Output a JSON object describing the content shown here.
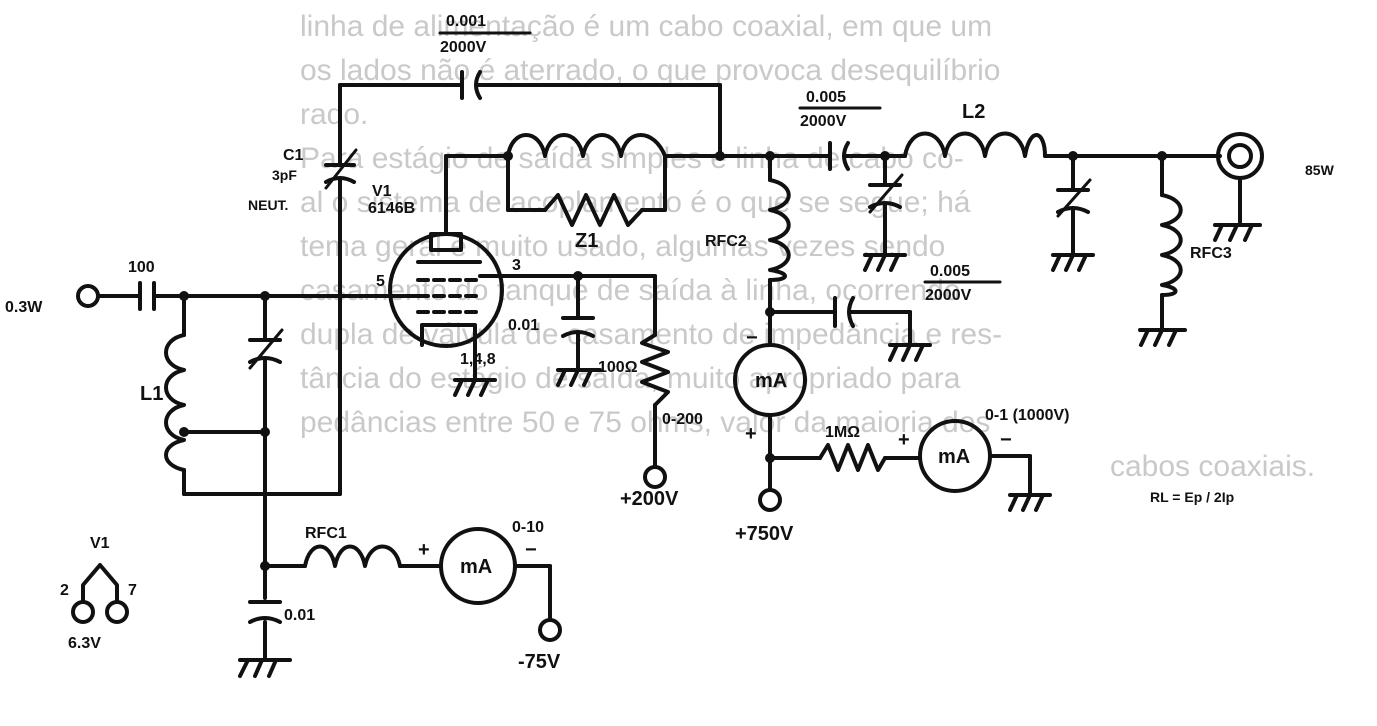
{
  "background_text": [
    "linha de alimentação é um cabo coaxial, em que um",
    "os lados não é aterrado, o que provoca desequilíbrio",
    "rado.",
    "Para estágio de saída simples e linha de cabo co-",
    "al o sistema de acoplamento é o que se segue; há",
    "tema geral é muito usado, algumas vezes sendo",
    "casamento do tanque de saída à linha, ocorrendo",
    "dupla de válvula de casamento de impedância e res-",
    "tância do estágio de saída, muito apropriado para",
    "pedâncias entre 50 e 75 ohms, valor da maioria dos",
    "cabos coaxiais."
  ],
  "schematic": {
    "input_power": "0.3W",
    "input_cap": "100",
    "l1": "L1",
    "neut_cap": [
      "C1",
      "3pF",
      "NEUT."
    ],
    "tube": [
      "V1",
      "6146B"
    ],
    "tube_pins": {
      "grid": "5",
      "screen": "3",
      "cathode": "1,4,8"
    },
    "feedback_cap": [
      "0.001",
      "2000V"
    ],
    "z1": "Z1",
    "coupling_cap": [
      "0.005",
      "2000V"
    ],
    "l2": "L2",
    "output_power": "85W",
    "rfc2": "RFC2",
    "rfc3": "RFC3",
    "bypass_cap": [
      "0.005",
      "2000V"
    ],
    "screen_cap": "0.01",
    "screen_res": "100Ω",
    "screen_meter_range": "0-200",
    "screen_supply": "+200V",
    "plate_meter": "mA",
    "plate_supply": "+750V",
    "plate_plus": "+",
    "plate_minus": "−",
    "res_1m": "1MΩ",
    "meter2_range": "0-1 (1000V)",
    "meter2": "mA",
    "meter2_plus": "+",
    "meter2_minus": "−",
    "rl_formula": "RL = Ep / 2Ip",
    "rfc1": "RFC1",
    "grid_meter_range": "0-10",
    "grid_meter": "mA",
    "grid_meter_plus": "+",
    "grid_meter_minus": "−",
    "bias_supply": "-75V",
    "grid_bypass": "0.01",
    "heater": {
      "label": "V1",
      "pins": [
        "2",
        "7"
      ],
      "voltage": "6.3V"
    }
  }
}
